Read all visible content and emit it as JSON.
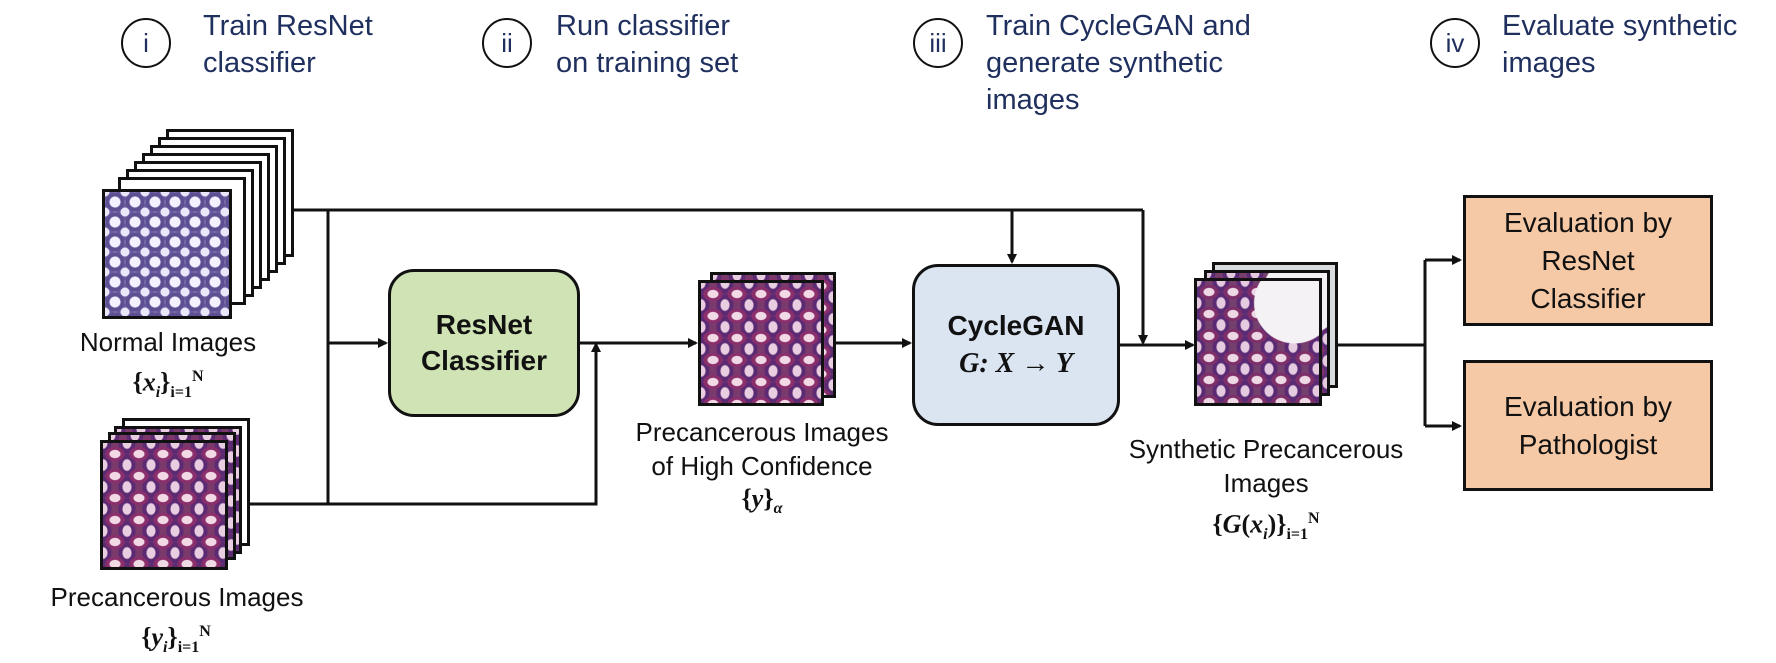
{
  "steps": [
    {
      "num": "i",
      "label_lines": [
        "Train ResNet",
        "classifier"
      ]
    },
    {
      "num": "ii",
      "label_lines": [
        "Run classifier",
        "on training set"
      ]
    },
    {
      "num": "iii",
      "label_lines": [
        "Train CycleGAN and",
        "generate synthetic",
        "images"
      ]
    },
    {
      "num": "iv",
      "label_lines": [
        "Evaluate synthetic",
        "images"
      ]
    }
  ],
  "inputs": {
    "normal": {
      "caption": "Normal Images",
      "var": "x",
      "sub": "i",
      "lower": "i=1",
      "upper": "N"
    },
    "precancerous": {
      "caption": "Precancerous Images",
      "var": "y",
      "sub": "i",
      "lower": "i=1",
      "upper": "N"
    }
  },
  "resnet": {
    "lines": [
      "ResNet",
      "Classifier"
    ]
  },
  "high_confidence": {
    "lines": [
      "Precancerous Images",
      "of High Confidence"
    ],
    "var": "y",
    "sub": "α"
  },
  "cyclegan": {
    "title": "CycleGAN",
    "formula_prefix": "G",
    "formula_mid": ": X → ",
    "formula_suffix": "Y"
  },
  "synthetic": {
    "lines": [
      "Synthetic Precancerous",
      "Images"
    ],
    "func": "G",
    "var": "x",
    "sub": "i",
    "lower": "i=1",
    "upper": "N"
  },
  "evaluations": [
    {
      "lines": [
        "Evaluation by",
        "ResNet",
        "Classifier"
      ]
    },
    {
      "lines": [
        "Evaluation by",
        "Pathologist"
      ]
    }
  ],
  "colors": {
    "step_text": "#1f2f5e",
    "resnet_fill": "#cfe3b4",
    "cyclegan_fill": "#dbe4f1",
    "eval_fill": "#f6c9a6",
    "stroke": "#111111"
  }
}
